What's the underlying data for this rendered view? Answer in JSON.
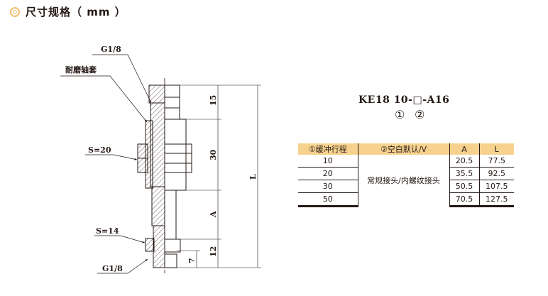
{
  "section": {
    "title": "尺寸规格（ mm ）",
    "icon": "ring-bullet-icon"
  },
  "drawing": {
    "labels": {
      "g18_top": "G1/8",
      "bushing": "耐磨轴套",
      "s20": "S=20",
      "s14": "S=14",
      "g18_bottom": "G1/8"
    },
    "dims": {
      "d15": "15",
      "d30": "30",
      "dA": "A",
      "d12": "12",
      "d7": "7",
      "dL": "L"
    }
  },
  "model": {
    "code": "KE18  10-□-A16",
    "marker1": "①",
    "marker2": "②"
  },
  "table": {
    "headers": [
      "①缓冲行程",
      "②空白默认/V",
      "A",
      "L"
    ],
    "merged_value": "常规接头/内螺纹接头",
    "rows": [
      {
        "stroke": "10",
        "A": "20.5",
        "L": "77.5"
      },
      {
        "stroke": "20",
        "A": "35.5",
        "L": "92.5"
      },
      {
        "stroke": "30",
        "A": "50.5",
        "L": "107.5"
      },
      {
        "stroke": "50",
        "A": "70.5",
        "L": "127.5"
      }
    ]
  },
  "colors": {
    "header_bg": "#f7d28f",
    "accent": "#f0c070"
  }
}
